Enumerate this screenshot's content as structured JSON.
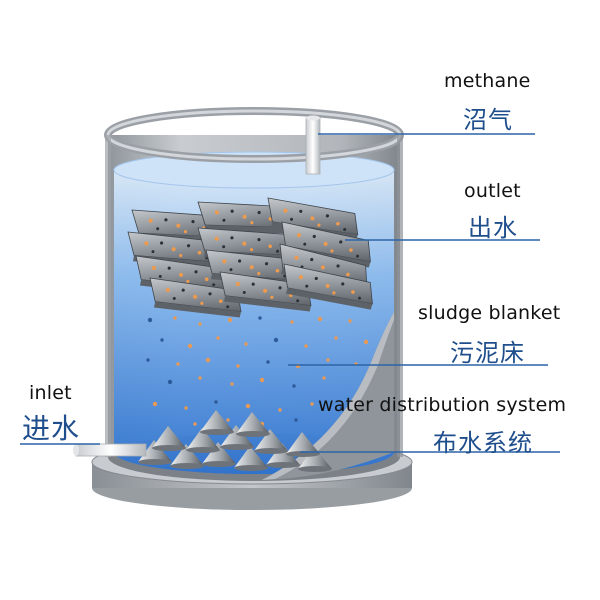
{
  "labels": {
    "methane": {
      "en": "methane",
      "zh": "沼气"
    },
    "outlet": {
      "en": "outlet",
      "zh": "出水"
    },
    "sludge_blanket": {
      "en": "sludge blanket",
      "zh": "污泥床"
    },
    "inlet": {
      "en": "inlet",
      "zh": "进水"
    },
    "water_distribution": {
      "en": "water distribution system",
      "zh": "布水系统"
    }
  },
  "colors": {
    "water_light": "#dbeaf9",
    "water_dark": "#3f85db",
    "tank_wall": "#b3b7bc",
    "base": "#a9adb2",
    "callout_line": "#2c64a8",
    "sludge_particle": "#e89a55",
    "label_zh": "#1f4e8c"
  },
  "icons": [
    "pipe-icon",
    "settler-plate-icon",
    "cone-icon"
  ]
}
